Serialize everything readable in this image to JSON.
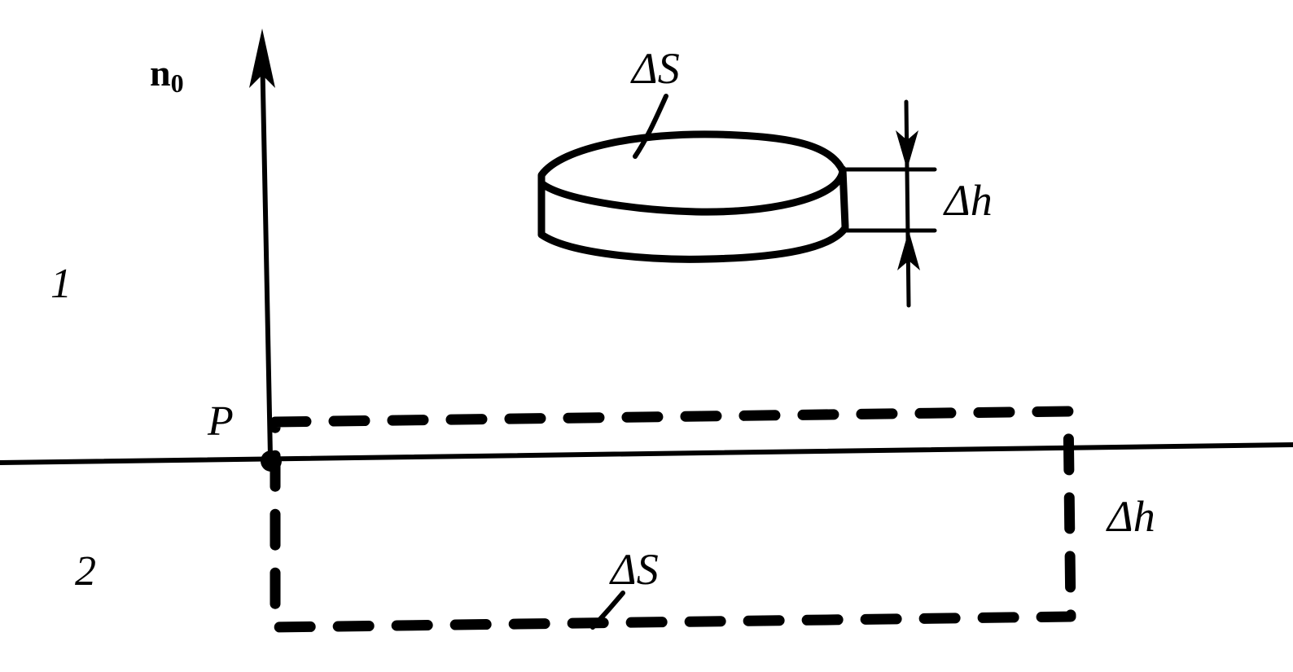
{
  "labels": {
    "normal_main": "n",
    "normal_sub": "0",
    "region_1": "1",
    "region_2": "2",
    "point": "P",
    "pillbox_area": "ΔS",
    "pillbox_height": "Δh",
    "loop_area": "ΔS",
    "loop_height": "Δh"
  }
}
